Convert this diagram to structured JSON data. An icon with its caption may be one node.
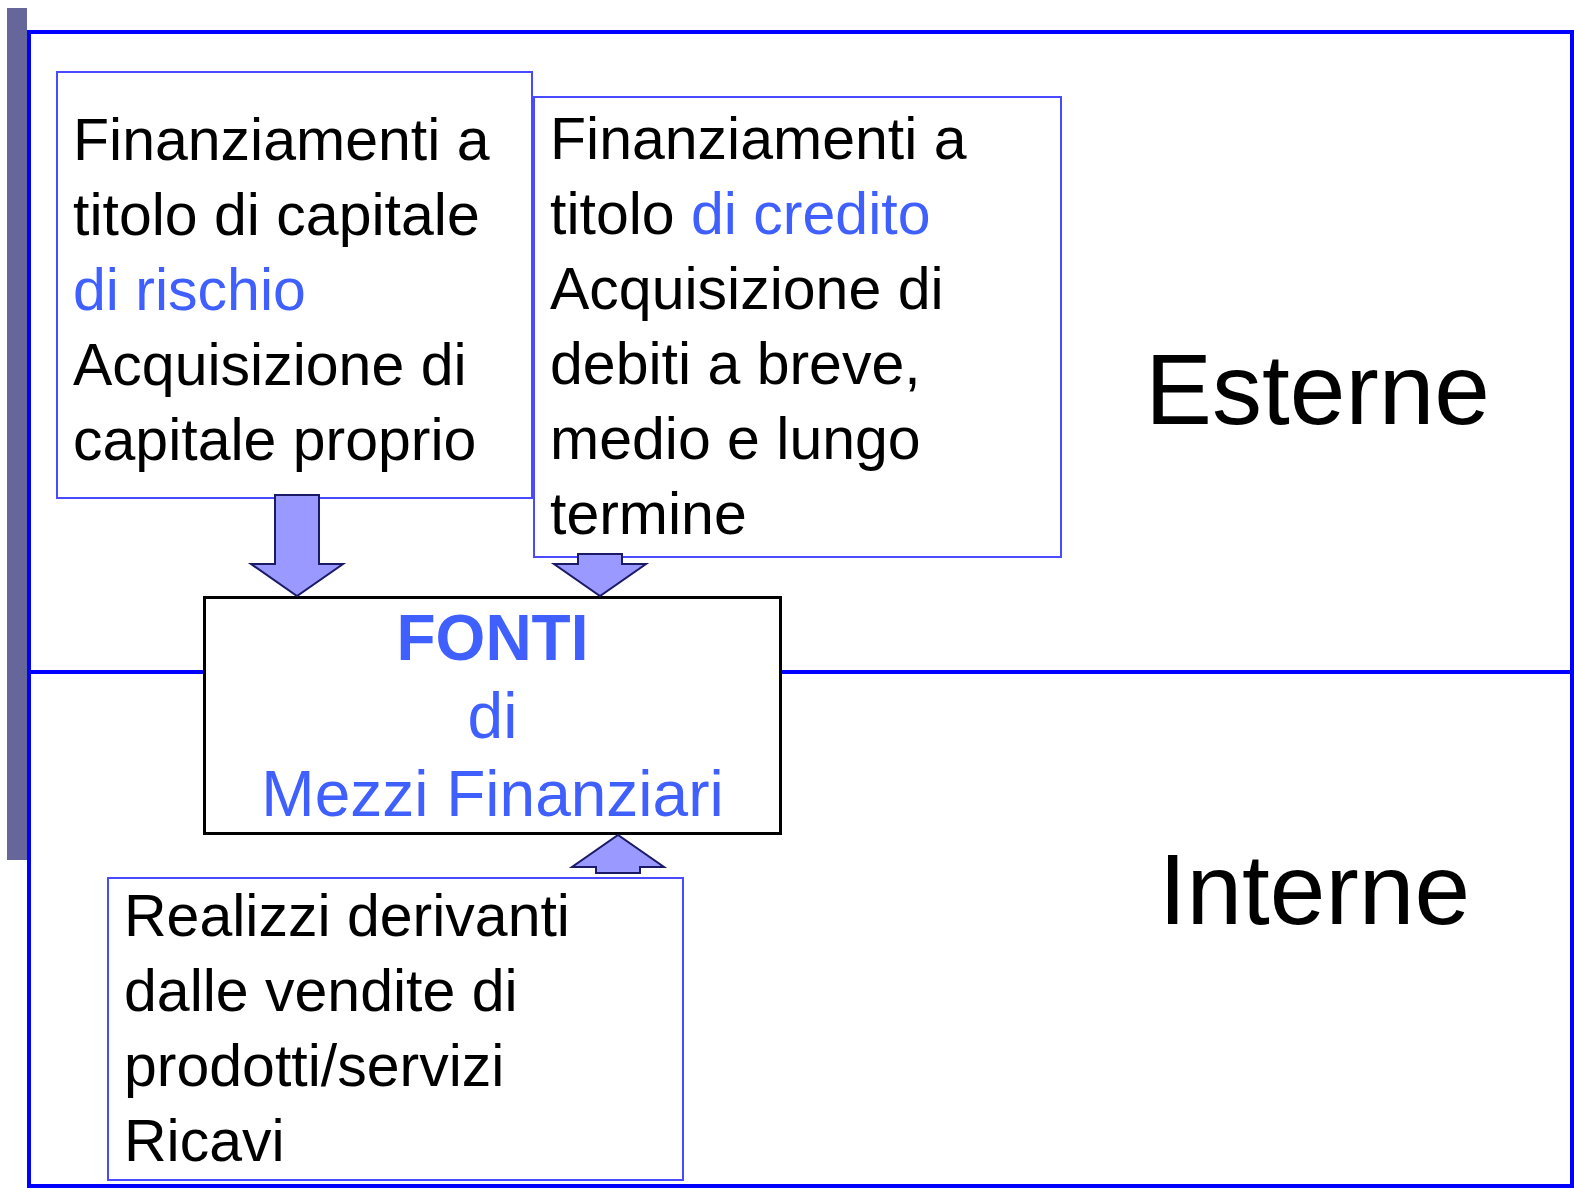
{
  "diagram": {
    "nodes": [
      {
        "text": [],
        "shape": "bar"
      },
      {
        "text": [
          "Esterne"
        ]
      },
      {
        "text": [
          "Finanziamenti a titolo di capitale",
          "di rischio",
          "Acquisizione di capitale proprio"
        ],
        "in": 1
      },
      {
        "text": [
          "Finanziamenti a titolo",
          "di credito",
          "Acquisizione di debiti a breve, medio e lungo termine"
        ],
        "in": 1
      },
      {
        "text": [
          "FONTI",
          "di",
          "Mezzi Finanziari"
        ]
      },
      {
        "text": [
          "Interne"
        ]
      },
      {
        "text": [
          "Realizzi derivanti dalle vendite di prodotti/servizi",
          "Ricavi"
        ],
        "in": 5
      }
    ],
    "edges": [
      {
        "from": 2,
        "to": 4,
        "arrow": "to"
      },
      {
        "from": 3,
        "to": 4,
        "arrow": "to"
      },
      {
        "from": 6,
        "to": 4,
        "arrow": "to"
      }
    ]
  }
}
